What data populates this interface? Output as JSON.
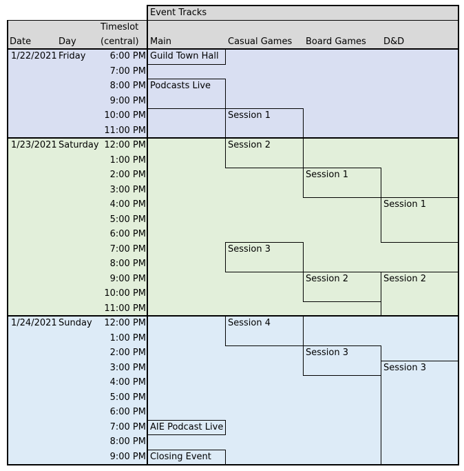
{
  "header": {
    "tracks_label": "Event Tracks",
    "date": "Date",
    "day": "Day",
    "timeslot_line1": "Timeslot",
    "timeslot_line2": "(central)",
    "tracks": [
      "Main",
      "Casual Games",
      "Board Games",
      "D&D"
    ]
  },
  "colors": {
    "header_bg": "#d9d9d9",
    "day1_bg": "#d9dff2",
    "day2_bg": "#e2efda",
    "day3_bg": "#ddebf7",
    "border": "#000000"
  },
  "days": [
    {
      "date": "1/22/2021",
      "day": "Friday",
      "times": [
        "6:00 PM",
        "7:00 PM",
        "8:00 PM",
        "9:00 PM",
        "10:00 PM",
        "11:00 PM"
      ],
      "events": [
        {
          "track": 0,
          "start": 0,
          "span": 1,
          "label": "Guild Town Hall"
        },
        {
          "track": 0,
          "start": 2,
          "span": 2,
          "label": "Podcasts Live"
        },
        {
          "track": 1,
          "start": 4,
          "span": 2,
          "label": "Session 1"
        }
      ]
    },
    {
      "date": "1/23/2021",
      "day": "Saturday",
      "times": [
        "12:00 PM",
        "1:00 PM",
        "2:00 PM",
        "3:00 PM",
        "4:00 PM",
        "5:00 PM",
        "6:00 PM",
        "7:00 PM",
        "8:00 PM",
        "9:00 PM",
        "10:00 PM",
        "11:00 PM"
      ],
      "events": [
        {
          "track": 1,
          "start": 0,
          "span": 2,
          "label": "Session 2"
        },
        {
          "track": 2,
          "start": 2,
          "span": 2,
          "label": "Session 1"
        },
        {
          "track": 3,
          "start": 4,
          "span": 3,
          "label": "Session 1"
        },
        {
          "track": 1,
          "start": 7,
          "span": 2,
          "label": "Session 3"
        },
        {
          "track": 2,
          "start": 9,
          "span": 2,
          "label": "Session 2"
        },
        {
          "track": 3,
          "start": 9,
          "span": 3,
          "label": "Session 2"
        }
      ]
    },
    {
      "date": "1/24/2021",
      "day": "Sunday",
      "times": [
        "12:00 PM",
        "1:00 PM",
        "2:00 PM",
        "3:00 PM",
        "4:00 PM",
        "5:00 PM",
        "6:00 PM",
        "7:00 PM",
        "8:00 PM",
        "9:00 PM"
      ],
      "events": [
        {
          "track": 1,
          "start": 0,
          "span": 2,
          "label": "Session 4"
        },
        {
          "track": 2,
          "start": 2,
          "span": 2,
          "label": "Session 3"
        },
        {
          "track": 3,
          "start": 3,
          "span": 7,
          "label": "Session 3"
        },
        {
          "track": 0,
          "start": 7,
          "span": 1,
          "label": "AIE Podcast Live"
        },
        {
          "track": 0,
          "start": 9,
          "span": 1,
          "label": "Closing Event"
        }
      ]
    }
  ]
}
